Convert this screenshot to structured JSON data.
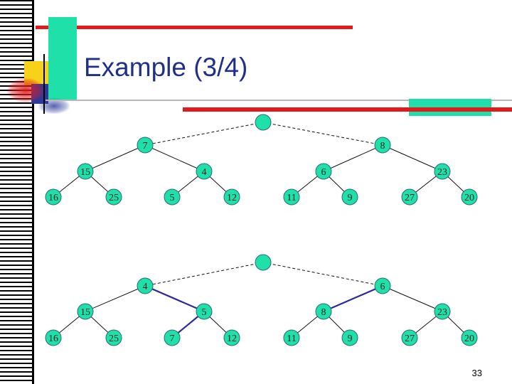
{
  "slide": {
    "title": "Example (3/4)",
    "page_number": "33"
  },
  "colors": {
    "title": "#1f2f8a",
    "node_fill": "#1ee0a8",
    "node_stroke": "#2a6a7a",
    "edge": "#111111",
    "highlight_edge": "#2a2a9a",
    "deco_red": "#e11b1b",
    "deco_green": "#1ee0a8",
    "deco_yellow": "#f7d21a",
    "deco_blue": "#2b3a9c"
  },
  "trees": [
    {
      "levels": [
        [
          ""
        ],
        [
          "7",
          "8"
        ],
        [
          "15",
          "4",
          "6",
          "23"
        ],
        [
          "16",
          "25",
          "5",
          "12",
          "11",
          "9",
          "27",
          "20"
        ]
      ],
      "highlight_edges": []
    },
    {
      "levels": [
        [
          ""
        ],
        [
          "4",
          "6"
        ],
        [
          "15",
          "5",
          "8",
          "23"
        ],
        [
          "16",
          "25",
          "7",
          "12",
          "11",
          "9",
          "27",
          "20"
        ]
      ],
      "highlight_edges": [
        "1.0-2.1",
        "2.1-3.2",
        "1.1-2.2"
      ]
    }
  ]
}
